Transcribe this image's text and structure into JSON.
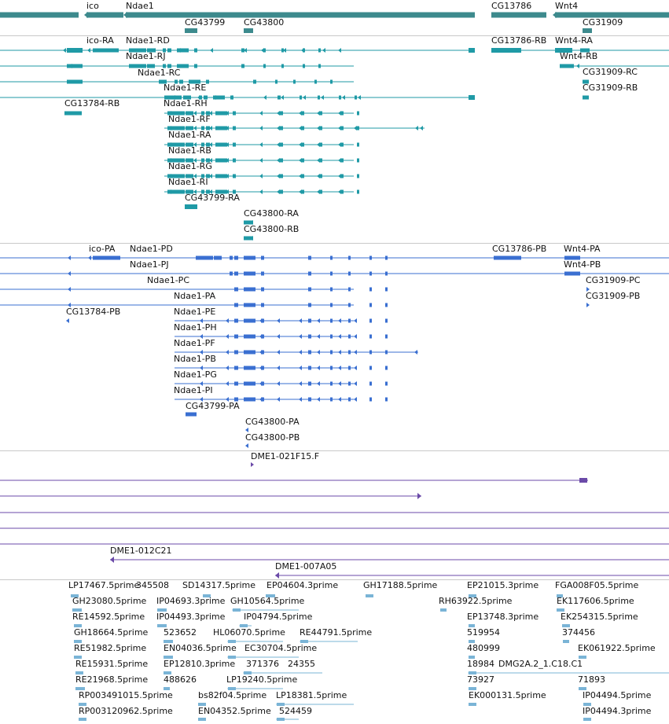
{
  "window": {
    "title": "Genome browser track view"
  },
  "tracks": {
    "genes": {
      "color": "#3d8a8d",
      "labels": [
        "ico",
        "Ndae1",
        "CG43799",
        "CG43800",
        "CG13786",
        "Wnt4",
        "CG31909"
      ]
    },
    "transcripts": {
      "color": "#1f9aa6",
      "labels": [
        "ico-RA",
        "Ndae1-RD",
        "Ndae1-RJ",
        "Ndae1-RC",
        "Ndae1-RE",
        "CG13784-RB",
        "Ndae1-RH",
        "Ndae1-RF",
        "Ndae1-RA",
        "Ndae1-RB",
        "Ndae1-RG",
        "Ndae1-RI",
        "CG43799-RA",
        "CG43800-RA",
        "CG43800-RB",
        "CG13786-RB",
        "Wnt4-RA",
        "Wnt4-RB",
        "CG31909-RC",
        "CG31909-RB"
      ]
    },
    "proteins": {
      "color": "#3a6fd1",
      "labels": [
        "ico-PA",
        "Ndae1-PD",
        "Ndae1-PJ",
        "Ndae1-PC",
        "CG13784-PB",
        "Ndae1-PA",
        "Ndae1-PE",
        "Ndae1-PH",
        "Ndae1-PF",
        "Ndae1-PB",
        "Ndae1-PG",
        "Ndae1-PI",
        "CG43799-PA",
        "CG43800-PA",
        "CG43800-PB",
        "CG13786-PB",
        "Wnt4-PA",
        "Wnt4-PB",
        "CG31909-PC",
        "CG31909-PB"
      ]
    },
    "clones": {
      "color": "#6b4aa8",
      "labels": [
        "DME1-021F15.F",
        "DME1-012C21",
        "DME1-007A05"
      ]
    },
    "ests": {
      "color": "#7ab4d6",
      "labels": [
        "LP17467.5prime",
        "345508",
        "SD14317.5prime",
        "EP04604.3prime",
        "GH17188.5prime",
        "EP21015.3prime",
        "FGA008F05.5prime",
        "GH23080.5prime",
        "IP04693.3prime",
        "GH10564.5prime",
        "RH63922.5prime",
        "EK117606.5prime",
        "RE14592.5prime",
        "IP04493.3prime",
        "IP04794.5prime",
        "EP13748.3prime",
        "EK254315.5prime",
        "GH18664.5prime",
        "523652",
        "HL06070.5prime",
        "RE44791.5prime",
        "519954",
        "374456",
        "RE51982.5prime",
        "EN04036.5prime",
        "EC30704.5prime",
        "480999",
        "EK061922.5prime",
        "RE15931.5prime",
        "EP12810.3prime",
        "371376",
        "24355",
        "18984",
        "DMG2A.2_1.C18.C1",
        "RE21968.5prime",
        "488626",
        "LP19240.5prime",
        "73927",
        "71893",
        "RP003491015.5prime",
        "bs82f04.5prime",
        "LP18381.5prime",
        "EK000131.5prime",
        "IP04494.5prime",
        "RP003120962.5prime",
        "EN04352.5prime",
        "524459",
        "IP04494.3prime"
      ]
    }
  }
}
